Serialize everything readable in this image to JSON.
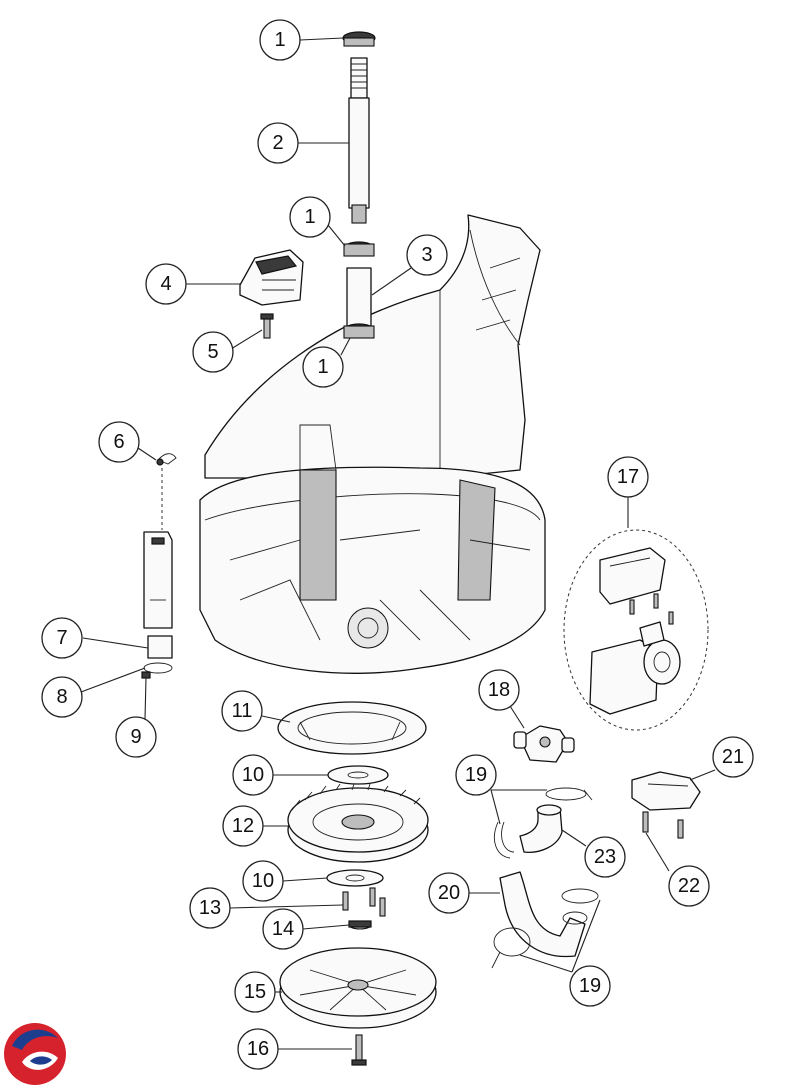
{
  "callouts": [
    {
      "id": "c1a",
      "label": "1"
    },
    {
      "id": "c2",
      "label": "2"
    },
    {
      "id": "c1b",
      "label": "1"
    },
    {
      "id": "c3",
      "label": "3"
    },
    {
      "id": "c4",
      "label": "4"
    },
    {
      "id": "c5",
      "label": "5"
    },
    {
      "id": "c1c",
      "label": "1"
    },
    {
      "id": "c6",
      "label": "6"
    },
    {
      "id": "c7",
      "label": "7"
    },
    {
      "id": "c8",
      "label": "8"
    },
    {
      "id": "c9",
      "label": "9"
    },
    {
      "id": "c11",
      "label": "11"
    },
    {
      "id": "c10a",
      "label": "10"
    },
    {
      "id": "c12",
      "label": "12"
    },
    {
      "id": "c10b",
      "label": "10"
    },
    {
      "id": "c13",
      "label": "13"
    },
    {
      "id": "c14",
      "label": "14"
    },
    {
      "id": "c15",
      "label": "15"
    },
    {
      "id": "c16",
      "label": "16"
    },
    {
      "id": "c17",
      "label": "17"
    },
    {
      "id": "c18",
      "label": "18"
    },
    {
      "id": "c19a",
      "label": "19"
    },
    {
      "id": "c20",
      "label": "20"
    },
    {
      "id": "c19b",
      "label": "19"
    },
    {
      "id": "c21",
      "label": "21"
    },
    {
      "id": "c22",
      "label": "22"
    },
    {
      "id": "c23",
      "label": "23"
    }
  ],
  "logo": {
    "colors": {
      "red": "#d6222c",
      "blue": "#1d3d8f"
    }
  }
}
